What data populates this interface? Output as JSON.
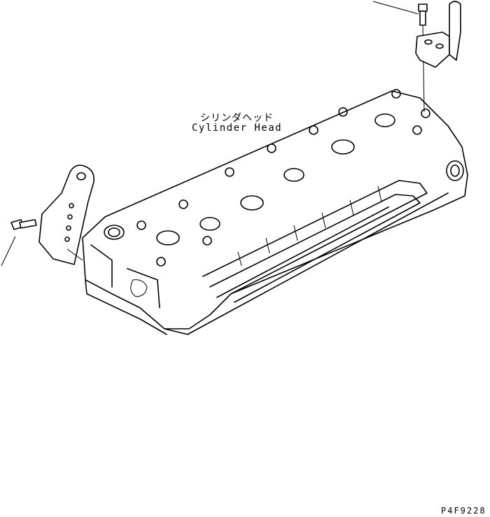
{
  "labels": {
    "part_name_jp": "シリンダヘッド",
    "part_name_en": "Cylinder Head",
    "drawing_code": "P4F9228"
  }
}
